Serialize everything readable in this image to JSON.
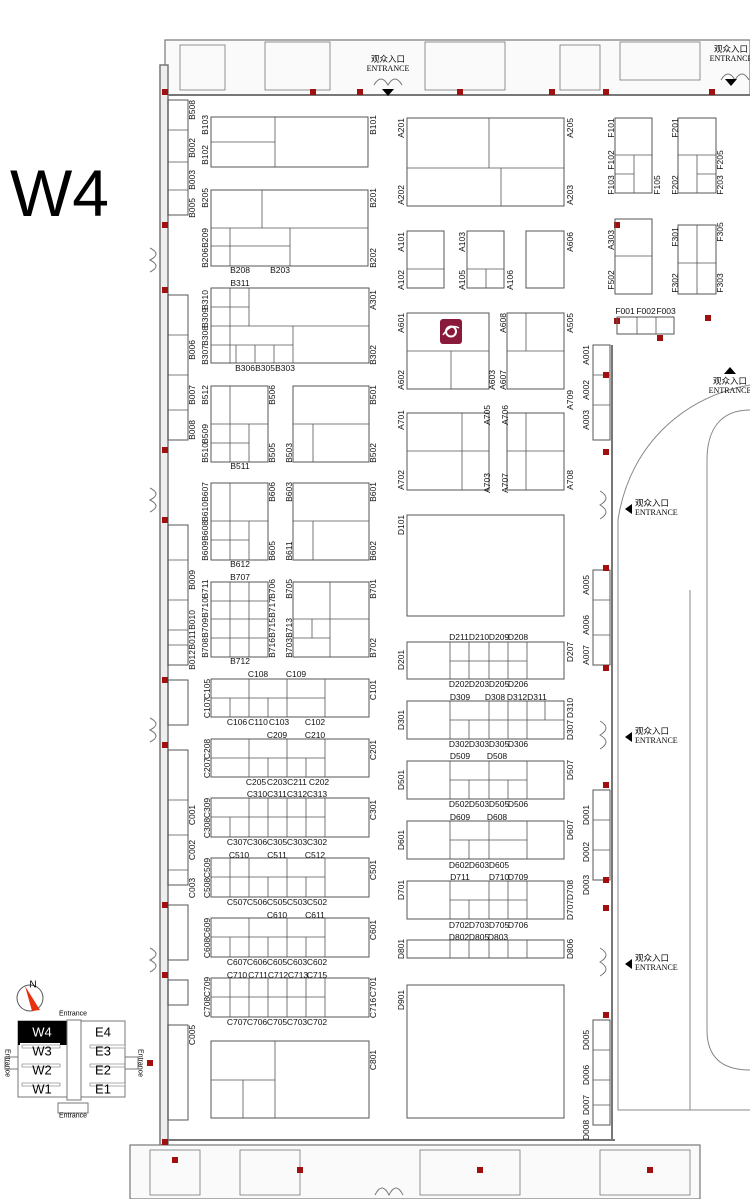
{
  "hall_title": "W4",
  "colors": {
    "wall": "#777777",
    "booth_line": "#555555",
    "pillar": "#a01010",
    "logo": "#8a1a3a"
  },
  "booth_labels": [
    "B508",
    "B002",
    "B003",
    "B005",
    "B006",
    "B007",
    "B008",
    "B009",
    "B010",
    "B011",
    "B012",
    "C001",
    "C002",
    "C003",
    "C005",
    "B103",
    "B102",
    "B205",
    "B209",
    "B206",
    "B310",
    "B309",
    "B308",
    "B307",
    "B512",
    "B509",
    "B510",
    "B607",
    "B610",
    "B608",
    "B609",
    "B711",
    "B710",
    "B709",
    "B708",
    "B101",
    "B201",
    "B202",
    "A301",
    "B302",
    "B501",
    "B502",
    "B601",
    "B602",
    "B701",
    "B702",
    "C101",
    "C201",
    "C301",
    "C501",
    "C601",
    "C701",
    "C716",
    "C801",
    "B506",
    "B505",
    "B503",
    "B606",
    "B605",
    "B603",
    "B611",
    "B706",
    "B717",
    "B715",
    "B716",
    "B705",
    "B713",
    "B703",
    "B208",
    "B203",
    "B311",
    "B306",
    "B305",
    "B303",
    "B511",
    "B612",
    "B707",
    "B712",
    "C105",
    "C107",
    "C208",
    "C207",
    "C309",
    "C308",
    "C509",
    "C508",
    "C609",
    "C608",
    "C709",
    "C708",
    "C108",
    "C109",
    "C106",
    "C110",
    "C103",
    "C102",
    "C209",
    "C210",
    "C205",
    "C203",
    "C211",
    "C202",
    "C310",
    "C311",
    "C312",
    "C313",
    "C307",
    "C306",
    "C305",
    "C303",
    "C302",
    "C510",
    "C511",
    "C512",
    "C507",
    "C506",
    "C505",
    "C503",
    "C502",
    "C610",
    "C611",
    "C607",
    "C606",
    "C605",
    "C603",
    "C602",
    "C710",
    "C711",
    "C712",
    "C713",
    "C715",
    "C707",
    "C706",
    "C705",
    "C703",
    "C702",
    "D101",
    "D201",
    "D301",
    "D501",
    "D601",
    "D701",
    "D801",
    "D901",
    "D207",
    "D310",
    "D307",
    "D507",
    "D607",
    "D708",
    "D707",
    "D806",
    "D211",
    "D210",
    "D209",
    "D208",
    "D202",
    "D203",
    "D205",
    "D206",
    "D309",
    "D308",
    "D312",
    "D311",
    "D302",
    "D303",
    "D305",
    "D306",
    "D509",
    "D508",
    "D502",
    "D503",
    "D505",
    "D506",
    "D609",
    "D608",
    "D602",
    "D603",
    "D605",
    "D711",
    "D710",
    "D709",
    "D702",
    "D703",
    "D705",
    "D706",
    "D802",
    "D805",
    "D803",
    "A005",
    "A006",
    "A007",
    "D001",
    "D002",
    "D003",
    "D005",
    "D006",
    "D007",
    "D008",
    "A001",
    "A002",
    "A003",
    "A201",
    "A202",
    "A101",
    "A102",
    "A601",
    "A602",
    "A701",
    "A702",
    "A205",
    "A203",
    "A505",
    "A709",
    "A708",
    "A103",
    "A105",
    "A106",
    "A606",
    "A603",
    "A607",
    "A608",
    "A705",
    "A706",
    "A703",
    "A707",
    "F101",
    "F102",
    "F103",
    "F105",
    "F201",
    "F202",
    "F205",
    "F203",
    "A303",
    "F502",
    "F301",
    "F302",
    "F305",
    "F303",
    "F001",
    "F002",
    "F003"
  ],
  "entrances": [
    {
      "cn": "观众入口",
      "en": "ENTRANCE"
    },
    {
      "cn": "观众入口",
      "en": "ENTRANCE"
    },
    {
      "cn": "观众入口",
      "en": "ENTRANCE"
    },
    {
      "cn": "观众入口",
      "en": "ENTRANCE"
    },
    {
      "cn": "观众入口",
      "en": "ENTRANCE"
    },
    {
      "cn": "观众入口",
      "en": "ENTRANCE"
    }
  ],
  "minimap": {
    "north": "N",
    "halls": [
      "W4",
      "W3",
      "W2",
      "W1",
      "E4",
      "E3",
      "E2",
      "E1"
    ],
    "current_hall": "W4",
    "entrance_label": "Entrance"
  }
}
